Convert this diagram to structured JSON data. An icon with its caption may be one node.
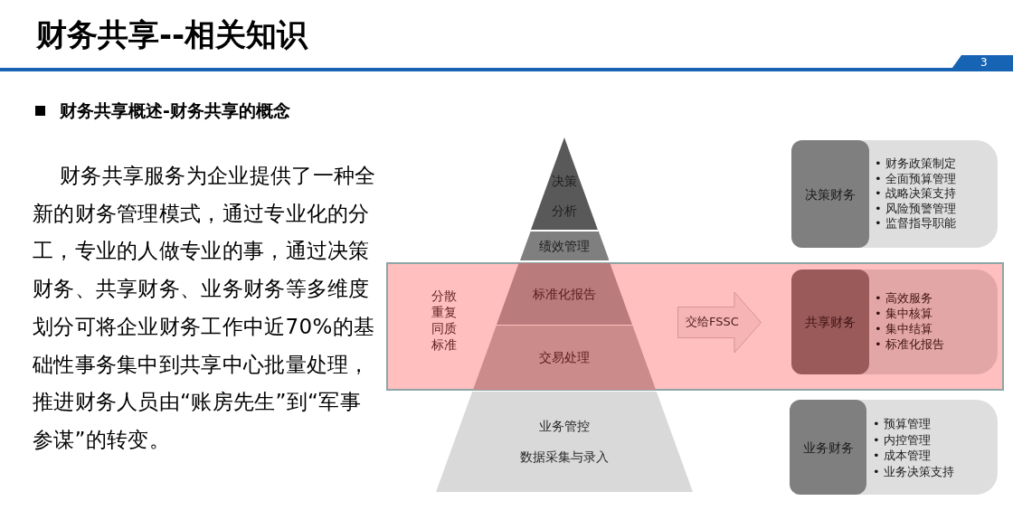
{
  "diagram": {
    "title": "财务共享--相关知识",
    "nodes": [
      {
        "text": [
          "决策",
          "分析"
        ]
      },
      {
        "text": [
          "绩效管理"
        ]
      },
      {
        "text": [
          "分散重复同质标准"
        ]
      },
      {
        "text": [
          "标准化报告"
        ],
        "in": 2
      },
      {
        "text": [
          "交易处理"
        ],
        "in": 2
      },
      {
        "text": [
          "业务管控",
          "数据采集与录入"
        ]
      },
      {
        "text": [
          "• 财务政策制定",
          "• 全面预算管理",
          "• 战略决策支持",
          "• 风险预警管理",
          "• 监督指导职能"
        ]
      },
      {
        "text": [
          "决策财务"
        ],
        "in": 6
      },
      {
        "text": [
          "• 高效服务",
          "• 集中核算",
          "• 集中结算",
          "• 标准化报告"
        ],
        "in": 2
      },
      {
        "text": [
          "共享财务"
        ],
        "in": 8
      },
      {
        "text": [
          "• 预算管理",
          "• 内控管理",
          "• 成本管理",
          "• 业务决策支持"
        ]
      },
      {
        "text": [
          "业务财务"
        ],
        "in": 10
      }
    ],
    "edges": [
      {
        "from": 4,
        "to": 9,
        "arrow": "to",
        "label": "交给FSSC"
      }
    ],
    "labels": [
      "3",
      "财务共享概述-财务共享的概念",
      "财务共享服务为企业提供了一种全新的财务管理模式，通过专业化的分工，专业的人做专业的事，通过决策财务、共享财务、业务财务等多维度划分可将企业财务工作中近70%的基础性事务集中到共享中心批量处理，推进财务人员由“账房先生”到“军事参谋”的转变。"
    ]
  }
}
